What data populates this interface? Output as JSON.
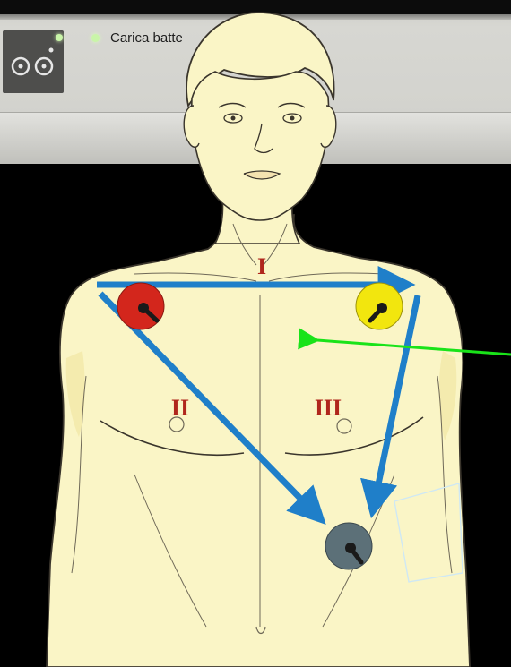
{
  "panel": {
    "battery_label": "Carica batte",
    "button_icon": "two-circles-icon"
  },
  "diagram": {
    "leads": {
      "lead1": "I",
      "lead2": "II",
      "lead3": "III"
    },
    "electrodes": [
      {
        "name": "right-arm-electrode",
        "color": "#d3261c"
      },
      {
        "name": "left-arm-electrode",
        "color": "#f2e60e"
      },
      {
        "name": "left-leg-electrode",
        "color": "#5c7078"
      }
    ],
    "colors": {
      "skin": "#faf5c6",
      "vector_arrow": "#1f7fc9",
      "pointer_arrow": "#19e319",
      "lead_label": "#b0261c"
    }
  }
}
